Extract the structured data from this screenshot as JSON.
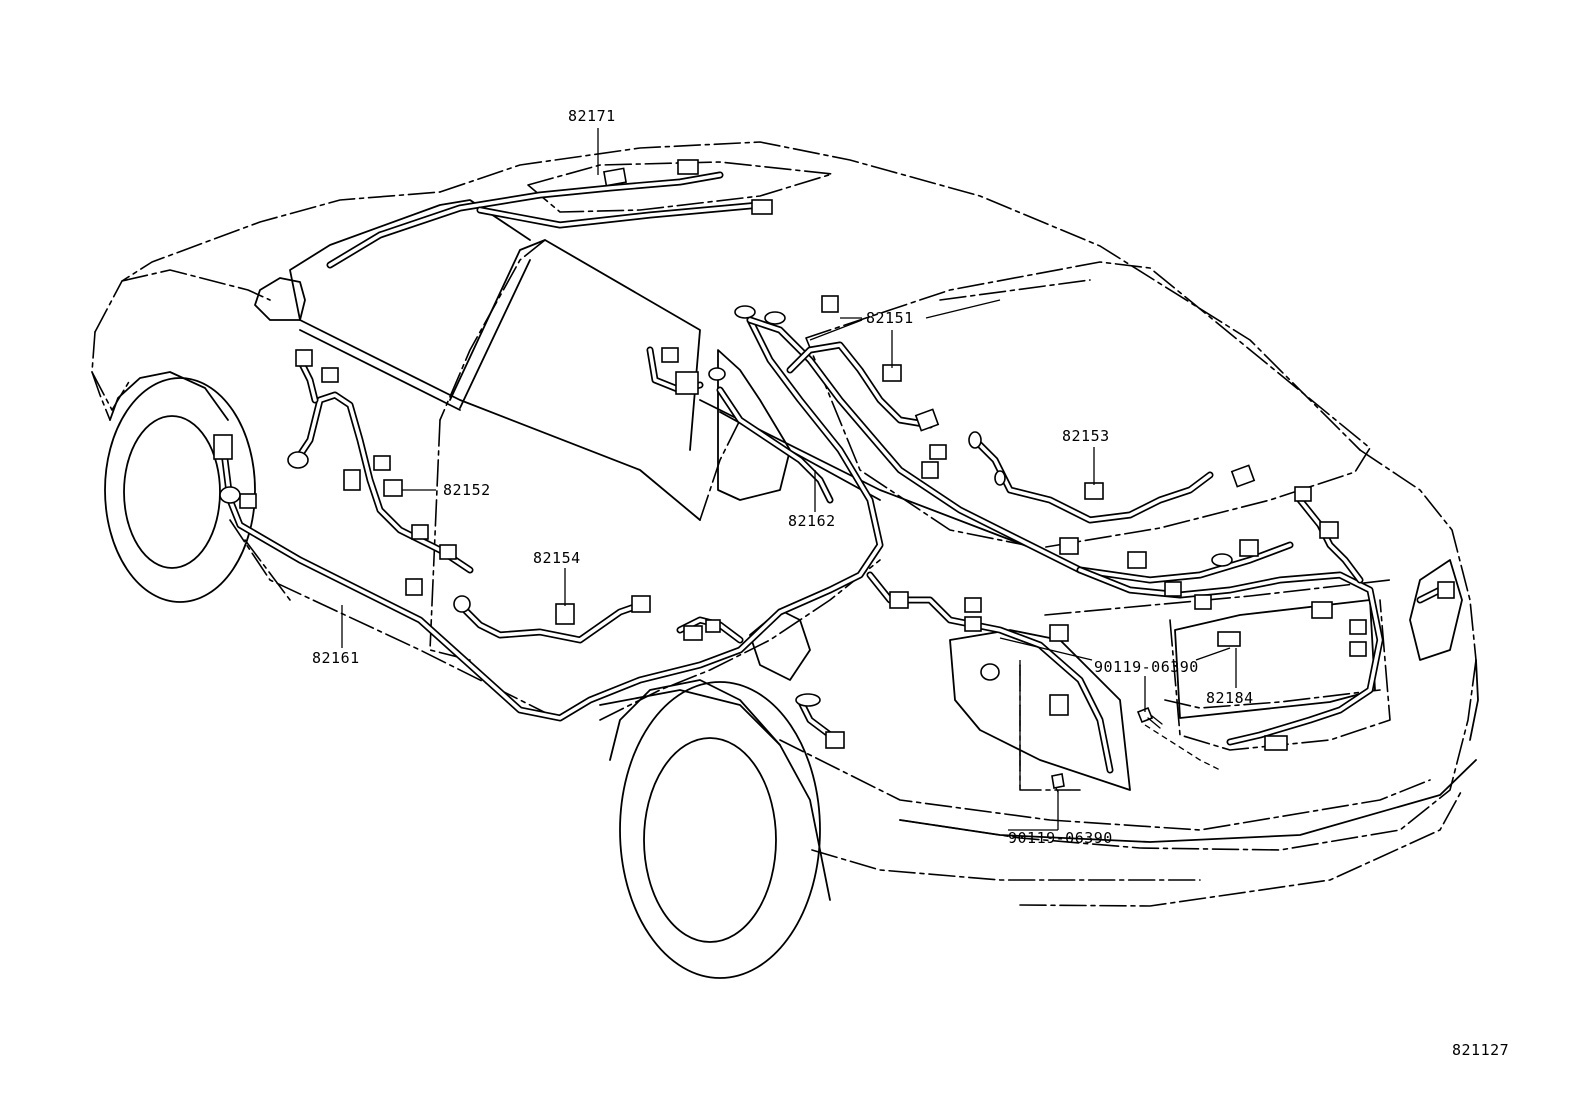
{
  "diagram_id": "821127",
  "parts": [
    {
      "part_number": "82171"
    },
    {
      "part_number": "82151"
    },
    {
      "part_number": "82153"
    },
    {
      "part_number": "82152"
    },
    {
      "part_number": "82162"
    },
    {
      "part_number": "82154"
    },
    {
      "part_number": "82161"
    },
    {
      "part_number": "90119-06390"
    },
    {
      "part_number": "82184"
    },
    {
      "part_number": "90119-06390"
    }
  ]
}
